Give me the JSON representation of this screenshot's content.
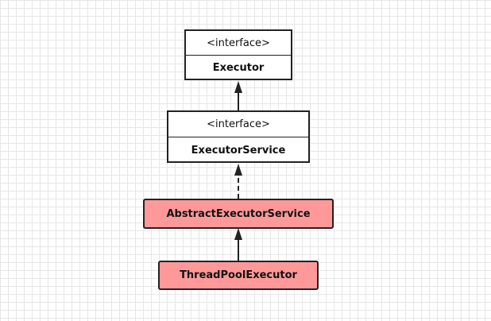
{
  "diagram": {
    "nodes": {
      "executor": {
        "stereotype": "<interface>",
        "name": "Executor"
      },
      "executor_service": {
        "stereotype": "<interface>",
        "name": "ExecutorService"
      },
      "abstract_executor_service": {
        "name": "AbstractExecutorService",
        "fill": "#ff9999"
      },
      "thread_pool_executor": {
        "name": "ThreadPoolExecutor",
        "fill": "#ff9999"
      }
    },
    "edges": [
      {
        "from": "executor_service",
        "to": "executor",
        "style": "solid"
      },
      {
        "from": "abstract_executor_service",
        "to": "executor_service",
        "style": "dashed"
      },
      {
        "from": "thread_pool_executor",
        "to": "abstract_executor_service",
        "style": "solid"
      }
    ]
  }
}
